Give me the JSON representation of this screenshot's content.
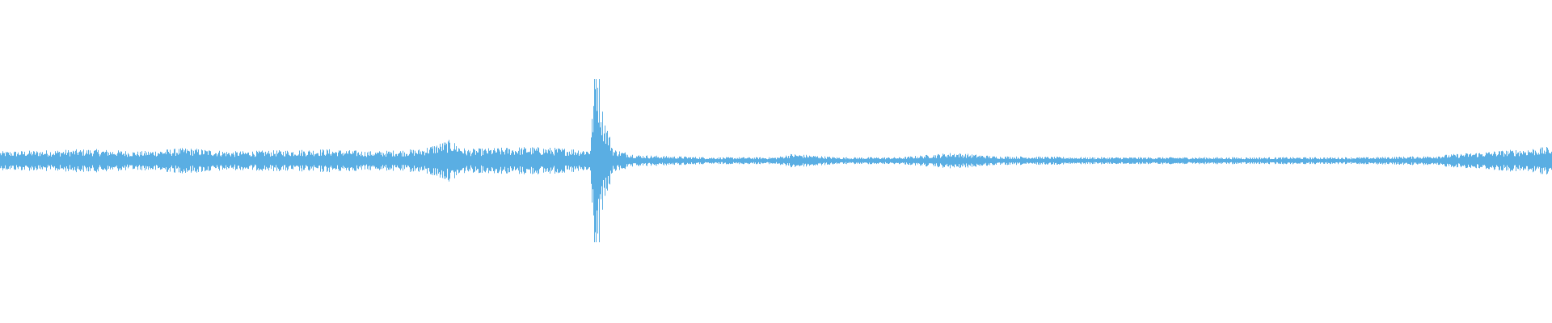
{
  "waveform": {
    "color": "#5aaee3",
    "background": "#ffffff",
    "amplitude_envelope": [
      {
        "t": 0.0,
        "a": 0.08
      },
      {
        "t": 0.03,
        "a": 0.09
      },
      {
        "t": 0.06,
        "a": 0.1
      },
      {
        "t": 0.09,
        "a": 0.08
      },
      {
        "t": 0.12,
        "a": 0.11
      },
      {
        "t": 0.15,
        "a": 0.08
      },
      {
        "t": 0.18,
        "a": 0.09
      },
      {
        "t": 0.21,
        "a": 0.1
      },
      {
        "t": 0.24,
        "a": 0.08
      },
      {
        "t": 0.27,
        "a": 0.1
      },
      {
        "t": 0.29,
        "a": 0.18
      },
      {
        "t": 0.3,
        "a": 0.1
      },
      {
        "t": 0.32,
        "a": 0.11
      },
      {
        "t": 0.34,
        "a": 0.12
      },
      {
        "t": 0.36,
        "a": 0.11
      },
      {
        "t": 0.38,
        "a": 0.1
      },
      {
        "t": 0.384,
        "a": 1.0
      },
      {
        "t": 0.388,
        "a": 0.45
      },
      {
        "t": 0.395,
        "a": 0.1
      },
      {
        "t": 0.41,
        "a": 0.05
      },
      {
        "t": 0.43,
        "a": 0.04
      },
      {
        "t": 0.46,
        "a": 0.03
      },
      {
        "t": 0.5,
        "a": 0.03
      },
      {
        "t": 0.51,
        "a": 0.06
      },
      {
        "t": 0.54,
        "a": 0.03
      },
      {
        "t": 0.58,
        "a": 0.03
      },
      {
        "t": 0.614,
        "a": 0.07
      },
      {
        "t": 0.64,
        "a": 0.04
      },
      {
        "t": 0.7,
        "a": 0.03
      },
      {
        "t": 0.76,
        "a": 0.03
      },
      {
        "t": 0.82,
        "a": 0.03
      },
      {
        "t": 0.88,
        "a": 0.03
      },
      {
        "t": 0.92,
        "a": 0.04
      },
      {
        "t": 0.95,
        "a": 0.07
      },
      {
        "t": 0.98,
        "a": 0.1
      },
      {
        "t": 1.0,
        "a": 0.12
      }
    ]
  }
}
